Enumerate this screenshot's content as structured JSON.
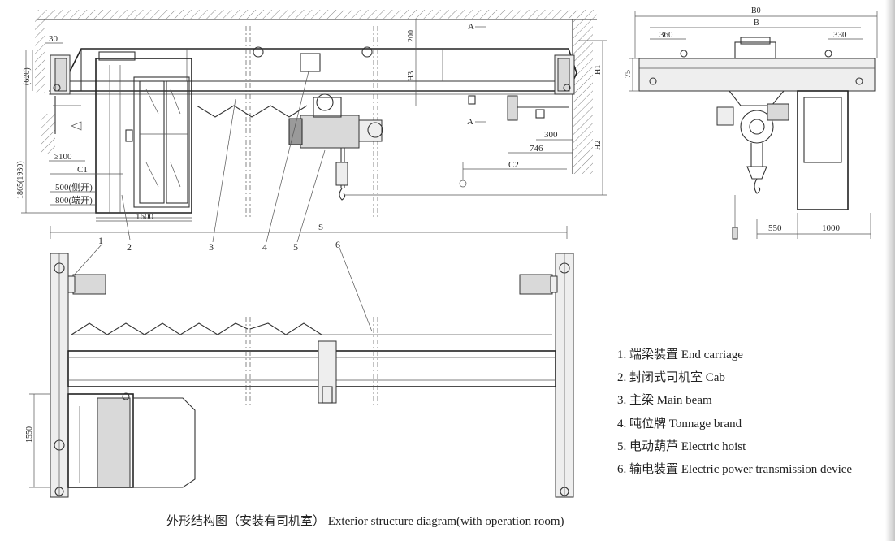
{
  "front_view": {
    "dims": {
      "d30": "30",
      "d620": "(620)",
      "d1865": "1865(1930)",
      "d100": "≥100",
      "c1": "C1",
      "d500": "500(侧开)",
      "d800": "800(端开)",
      "d1600": "1600",
      "s": "S",
      "d200": "200",
      "h3": "H3",
      "h1": "H1",
      "h2": "H2",
      "a_top": "A",
      "a_mid": "A",
      "d300": "300",
      "d746": "746",
      "c2": "C2"
    },
    "callouts": [
      "1",
      "2",
      "3",
      "4",
      "5",
      "6"
    ]
  },
  "side_view": {
    "dims": {
      "b0": "B0",
      "b": "B",
      "d360": "360",
      "d330": "330",
      "d75": "75",
      "d550": "550",
      "d1000": "1000"
    }
  },
  "plan_view": {
    "dims": {
      "d1550": "1550"
    }
  },
  "legend": {
    "items": [
      "1. 端梁装置 End carriage",
      "2. 封闭式司机室 Cab",
      "3. 主梁 Main beam",
      "4. 吨位牌 Tonnage brand",
      "5. 电动葫芦 Electric hoist",
      "6. 输电装置 Electric power transmission device"
    ]
  },
  "caption": "外形结构图（安装有司机室） Exterior structure diagram(with operation room)"
}
